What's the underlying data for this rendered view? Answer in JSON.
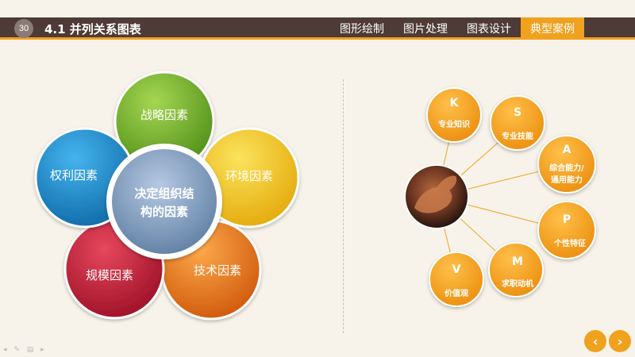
{
  "header": {
    "page_number": "30",
    "title": "4.1 并列关系图表",
    "tabs": [
      {
        "label": "图形绘制",
        "active": false
      },
      {
        "label": "图片处理",
        "active": false
      },
      {
        "label": "图表设计",
        "active": false
      },
      {
        "label": "典型案例",
        "active": true
      }
    ]
  },
  "left_diagram": {
    "center_label_line1": "决定组织结",
    "center_label_line2": "构的因素",
    "petals": [
      {
        "label": "战略因素",
        "color": "#7ab530"
      },
      {
        "label": "环境因素",
        "color": "#f2c21b"
      },
      {
        "label": "技术因素",
        "color": "#f07a12"
      },
      {
        "label": "规模因素",
        "color": "#c91f37"
      },
      {
        "label": "权利因素",
        "color": "#1b8fd2"
      }
    ]
  },
  "right_diagram": {
    "center_image": "flexed-arm-photo",
    "nodes": [
      {
        "letter": "K",
        "text": "专业知识"
      },
      {
        "letter": "S",
        "text": "专业技能"
      },
      {
        "letter": "A",
        "text": "综合能力/",
        "text2": "通用能力"
      },
      {
        "letter": "P",
        "text": "个性特征"
      },
      {
        "letter": "M",
        "text": "求职动机"
      },
      {
        "letter": "V",
        "text": "价值观"
      }
    ]
  },
  "colors": {
    "accent": "#f0a21e",
    "header_bg": "#4e3a36",
    "node_orange": "#f0a21e"
  },
  "icons": {
    "prev": "‹",
    "next": "›"
  }
}
